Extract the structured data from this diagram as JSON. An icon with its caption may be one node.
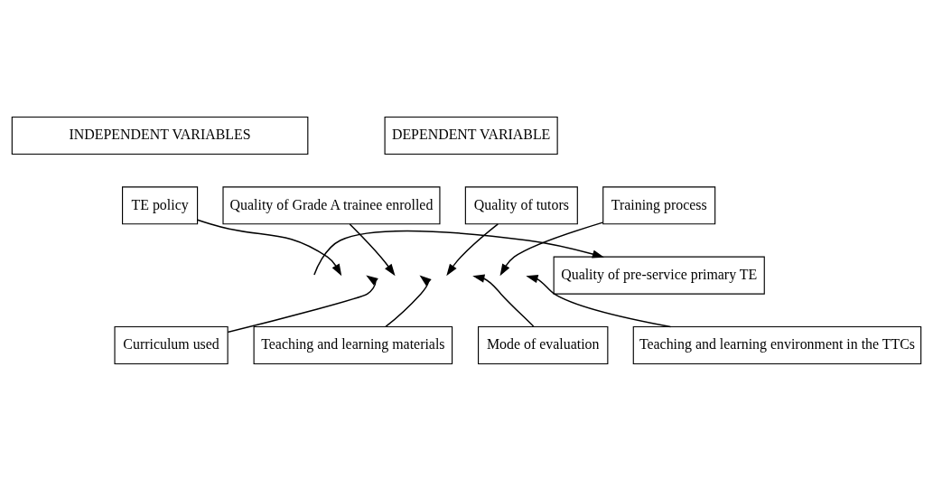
{
  "diagram": {
    "nodes": [
      {
        "text": [
          "INDEPENDENT VARIABLES"
        ]
      },
      {
        "text": [
          "DEPENDENT VARIABLE"
        ]
      },
      {
        "text": [
          "TE policy"
        ]
      },
      {
        "text": [
          "Quality of Grade A trainee enrolled"
        ]
      },
      {
        "text": [
          "Quality of tutors"
        ]
      },
      {
        "text": [
          "Training process"
        ]
      },
      {
        "text": [
          "Quality of pre-service primary TE"
        ]
      },
      {
        "text": [
          "Curriculum used"
        ]
      },
      {
        "text": [
          "Teaching and learning materials"
        ]
      },
      {
        "text": [
          "Mode of evaluation"
        ]
      },
      {
        "text": [
          "Teaching and learning environment in the TTCs"
        ]
      }
    ],
    "edges": [
      {
        "from": null,
        "to": 6,
        "arrow": "to"
      },
      {
        "from": 2,
        "to": null,
        "arrow": "to"
      },
      {
        "from": 7,
        "to": null,
        "arrow": "to"
      },
      {
        "from": 3,
        "to": null,
        "arrow": "to"
      },
      {
        "from": 8,
        "to": null,
        "arrow": "to"
      },
      {
        "from": 4,
        "to": null,
        "arrow": "to"
      },
      {
        "from": 9,
        "to": null,
        "arrow": "to"
      },
      {
        "from": 5,
        "to": null,
        "arrow": "to"
      },
      {
        "from": 10,
        "to": null,
        "arrow": "to"
      }
    ]
  }
}
